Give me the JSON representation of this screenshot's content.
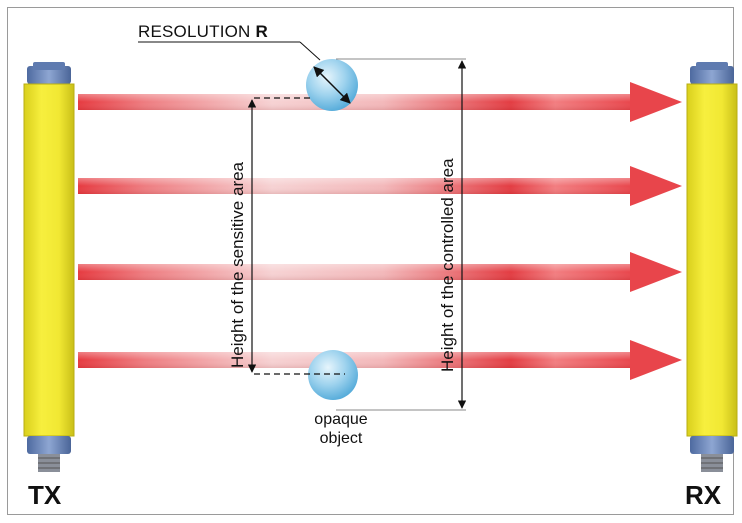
{
  "labels": {
    "resolution_prefix": "RESOLUTION ",
    "resolution_symbol": "R",
    "tx": "TX",
    "rx": "RX",
    "opaque_line1": "opaque",
    "opaque_line2": "object",
    "sensitive_height": "Height of the sensitive area",
    "controlled_height": "Height of the controlled area"
  },
  "colors": {
    "beam": "#e0303a",
    "bar_yellow": "#f2ea3a",
    "cap_blue": "#6a86b8",
    "object_blue": "#7fc4e6"
  }
}
